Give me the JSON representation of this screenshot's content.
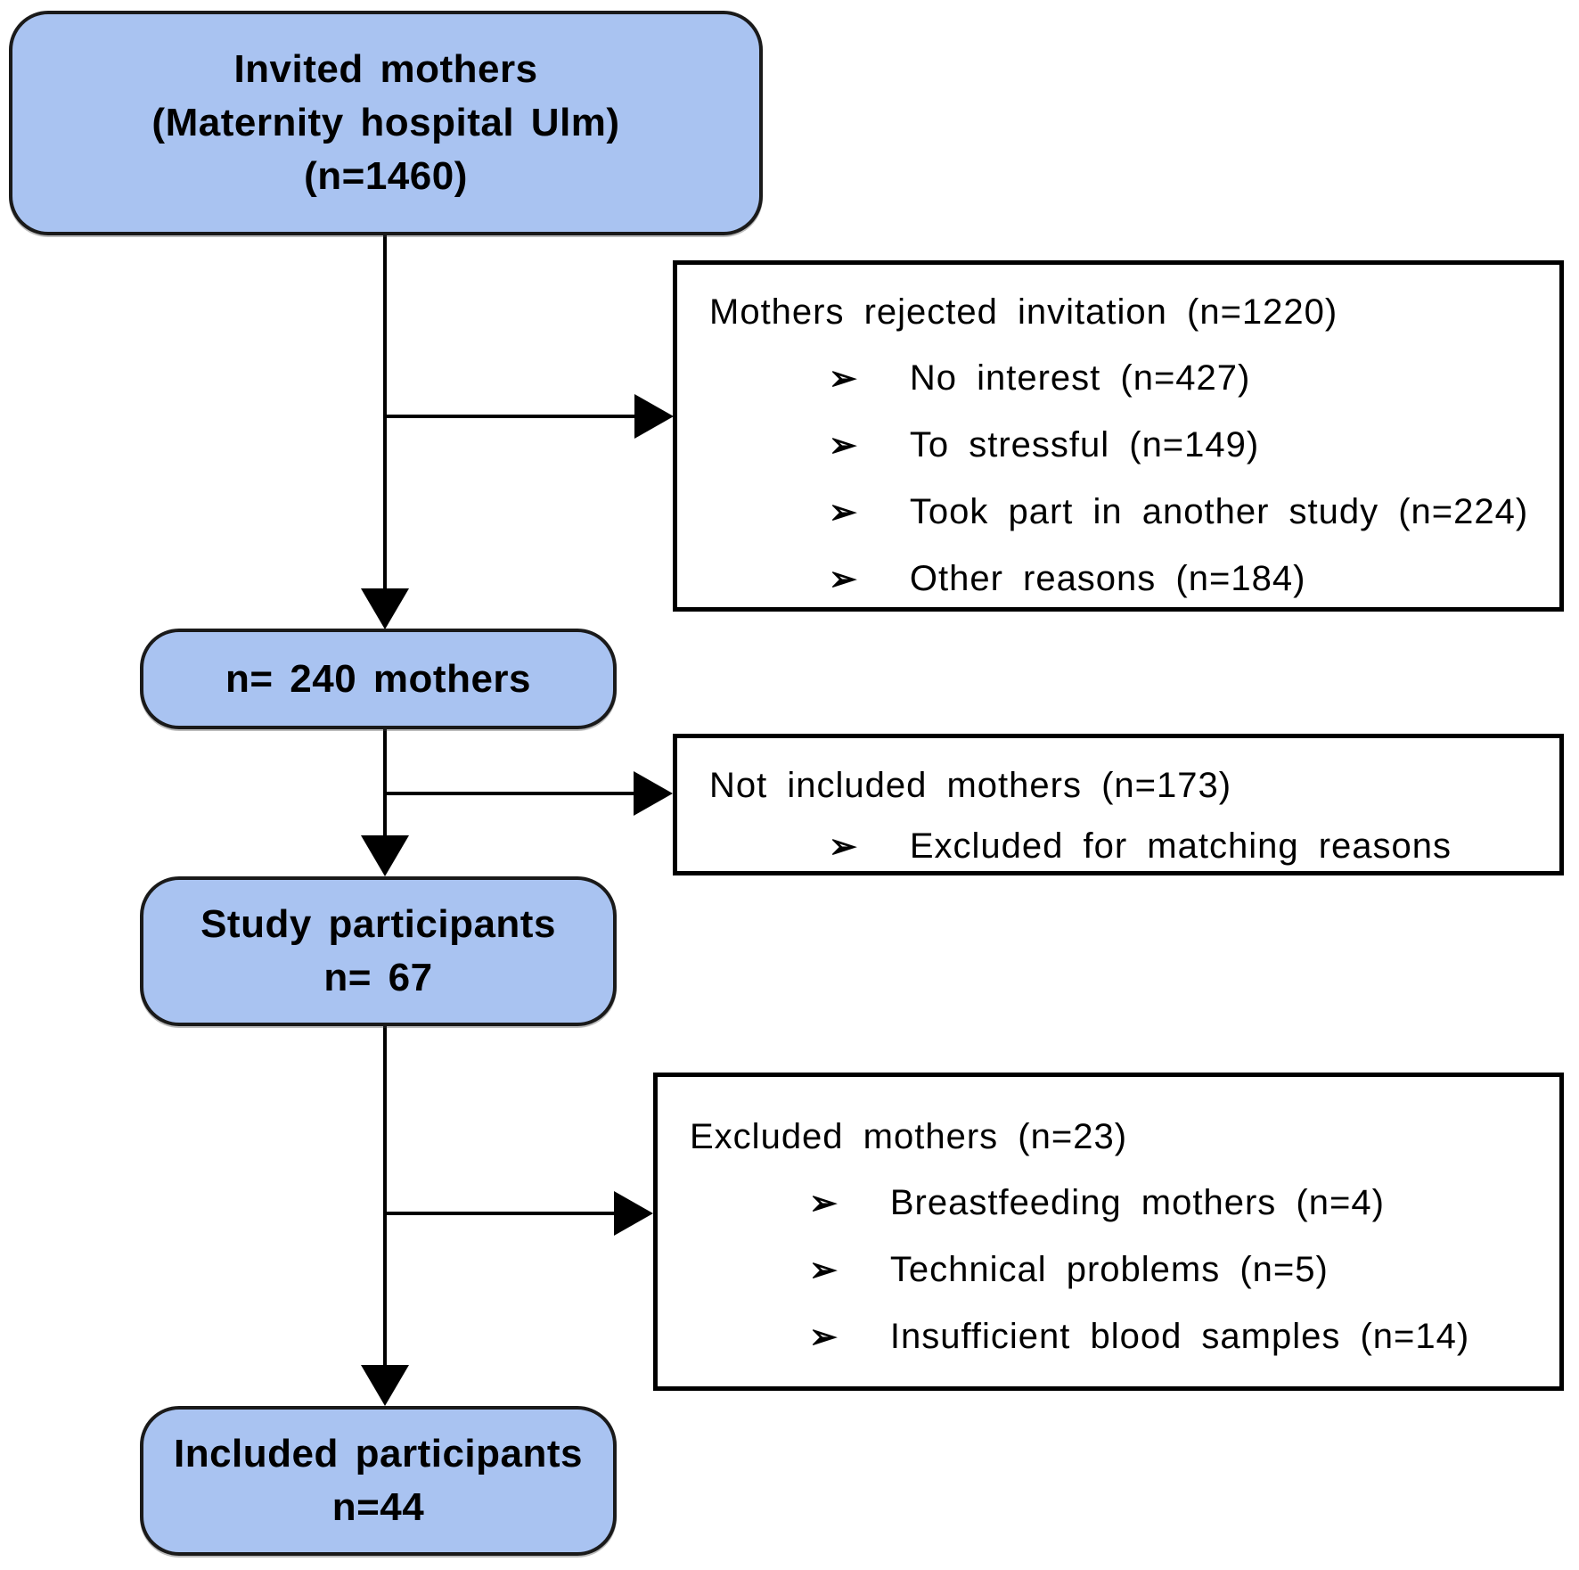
{
  "diagram": {
    "nodes": {
      "invited": {
        "lines": [
          "Invited mothers",
          "(Maternity hospital Ulm)",
          "(n=1460)"
        ]
      },
      "mothers240": {
        "lines": [
          "n= 240 mothers"
        ]
      },
      "participants": {
        "lines": [
          "Study participants",
          "n= 67"
        ]
      },
      "included": {
        "lines": [
          "Included participants",
          "n=44"
        ]
      }
    },
    "sideboxes": {
      "rejected": {
        "title": "Mothers rejected invitation (n=1220)",
        "bullets": [
          "No interest (n=427)",
          "To stressful (n=149)",
          "Took part in another study (n=224)",
          "Other reasons (n=184)"
        ]
      },
      "not_included": {
        "title": "Not included mothers (n=173)",
        "bullets": [
          "Excluded for matching reasons"
        ]
      },
      "excluded": {
        "title": "Excluded mothers (n=23)",
        "bullets": [
          "Breastfeeding mothers (n=4)",
          "Technical problems (n=5)",
          "Insufficient blood samples (n=14)"
        ]
      }
    },
    "bullet_icon": "➢",
    "colors": {
      "node_fill": "#A9C3F1",
      "node_border": "#1a1a1a",
      "sidebox_border": "#000000",
      "connector": "#000000"
    }
  }
}
